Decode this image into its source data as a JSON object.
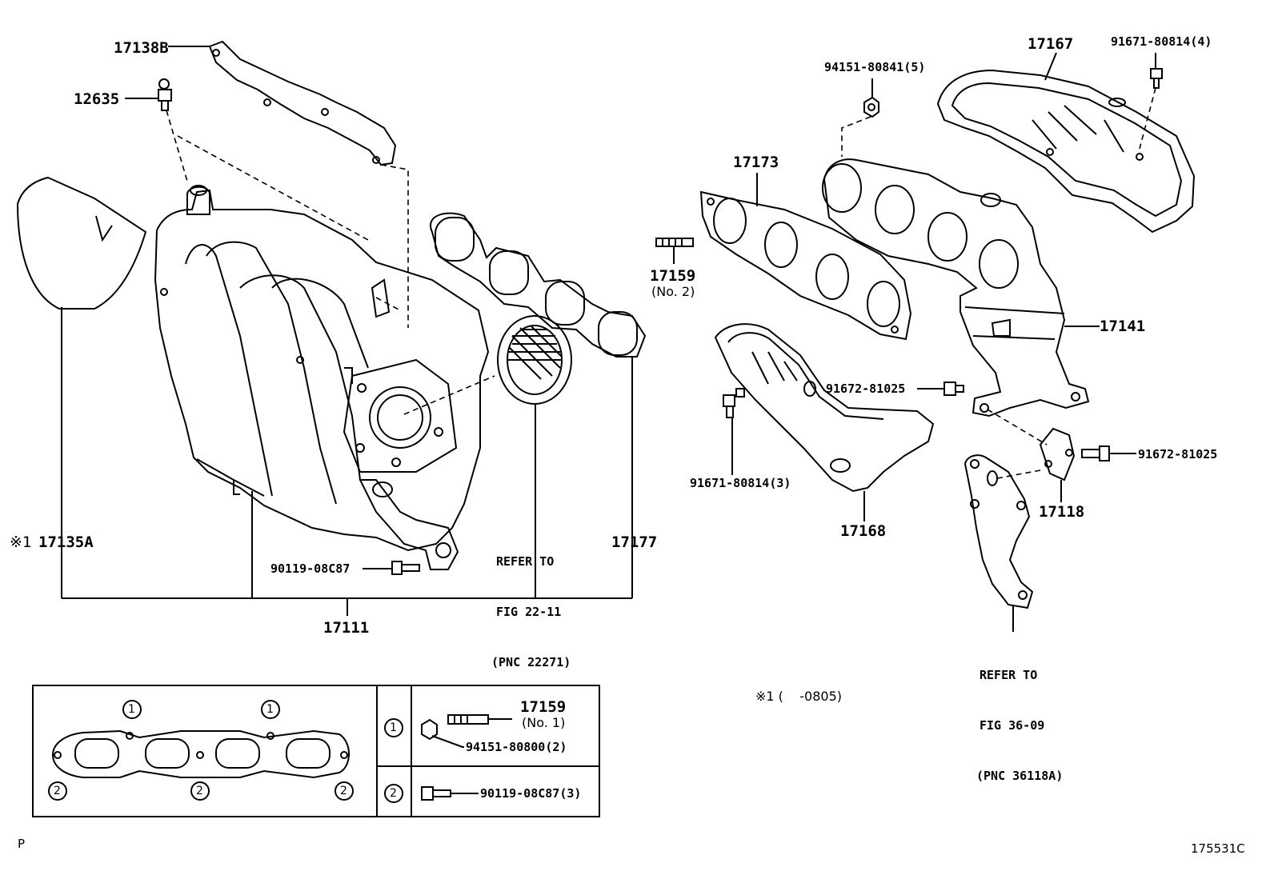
{
  "parts": {
    "p17138B": "17138B",
    "p12635": "12635",
    "p17135A": "17135A",
    "mark1": "※1",
    "p90119_08C87": "90119-08C87",
    "refer_fig_22": {
      "l1": "REFER TO",
      "l2": "FIG 22-11",
      "l3": "(PNC 22271)"
    },
    "p17177": "17177",
    "p17111": "17111",
    "p94151_80841": "94151-80841(5)",
    "p17167": "17167",
    "p91671_80814_4": "91671-80814(4)",
    "p17173": "17173",
    "p17159_no2": "17159",
    "p17159_no2_sub": "(No. 2)",
    "p17141": "17141",
    "p91672_81025_a": "91672-81025",
    "p91671_80814_3": "91671-80814(3)",
    "p91672_81025_b": "91672-81025",
    "p17168": "17168",
    "p17118": "17118",
    "refer_fig_36": {
      "l1": "REFER TO",
      "l2": "FIG 36-09",
      "l3": "(PNC 36118A)"
    },
    "footnote": "※1 (    -0805)"
  },
  "inset": {
    "circle_1": "1",
    "circle_2": "2",
    "row1_part": "17159",
    "row1_sub": "(No. 1)",
    "row1_nut": "94151-80800(2)",
    "row2_bolt": "90119-08C87(3)"
  },
  "corner": {
    "left": "P",
    "right": "175531C"
  }
}
